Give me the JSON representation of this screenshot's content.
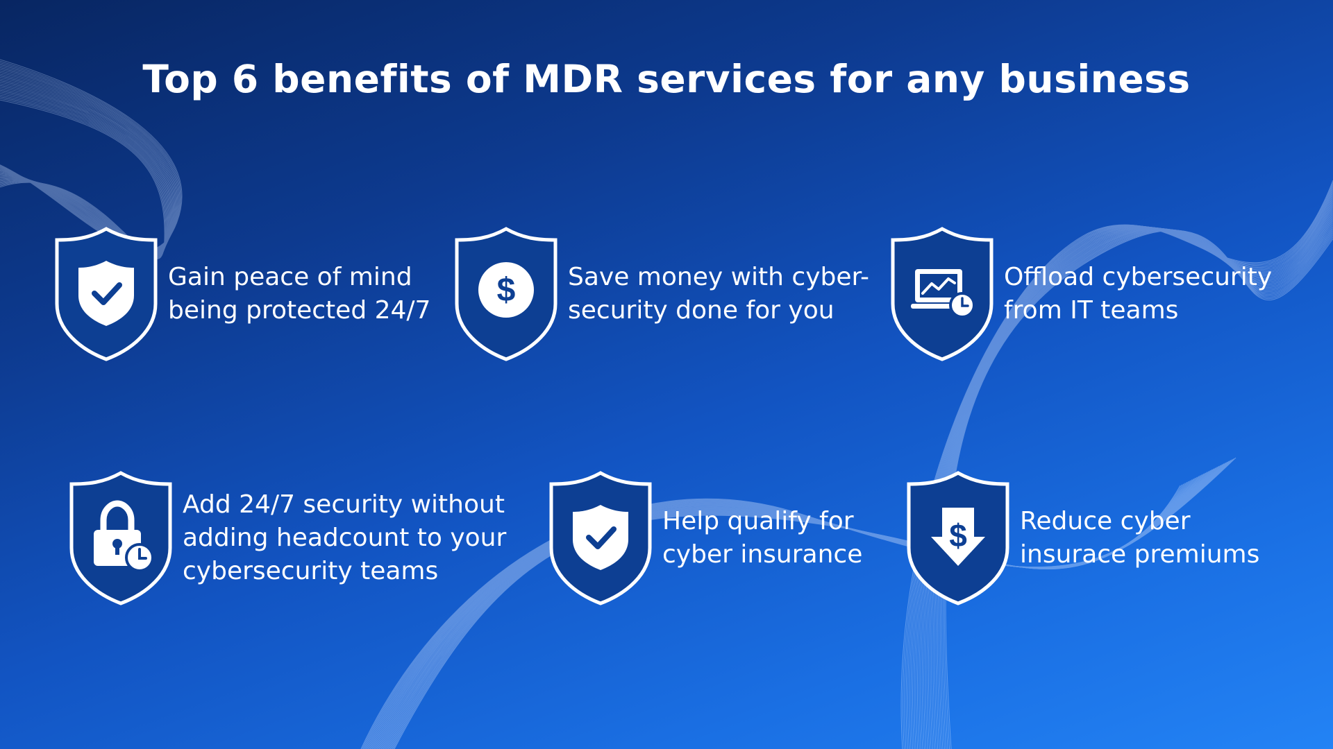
{
  "title": "Top 6 benefits of MDR services for any business",
  "colors": {
    "background_top": "#082662",
    "background_bottom": "#2383f5",
    "shield_fill": "#0d3f93",
    "shield_outline": "#ffffff",
    "text": "#ffffff"
  },
  "benefits": [
    {
      "icon": "check-shield-icon",
      "text": "Gain peace of mind\nbeing protected 24/7"
    },
    {
      "icon": "dollar-coin-icon",
      "text": "Save money with cyber-\nsecurity done for you"
    },
    {
      "icon": "monitor-chart-clock-icon",
      "text": "Offload cybersecurity\nfrom IT teams"
    },
    {
      "icon": "padlock-clock-icon",
      "text": "Add 24/7 security without\nadding headcount to your\ncybersecurity teams"
    },
    {
      "icon": "check-shield-icon",
      "text": "Help qualify for\ncyber insurance"
    },
    {
      "icon": "dollar-down-arrow-icon",
      "text": "Reduce cyber\ninsurace premiums"
    }
  ]
}
